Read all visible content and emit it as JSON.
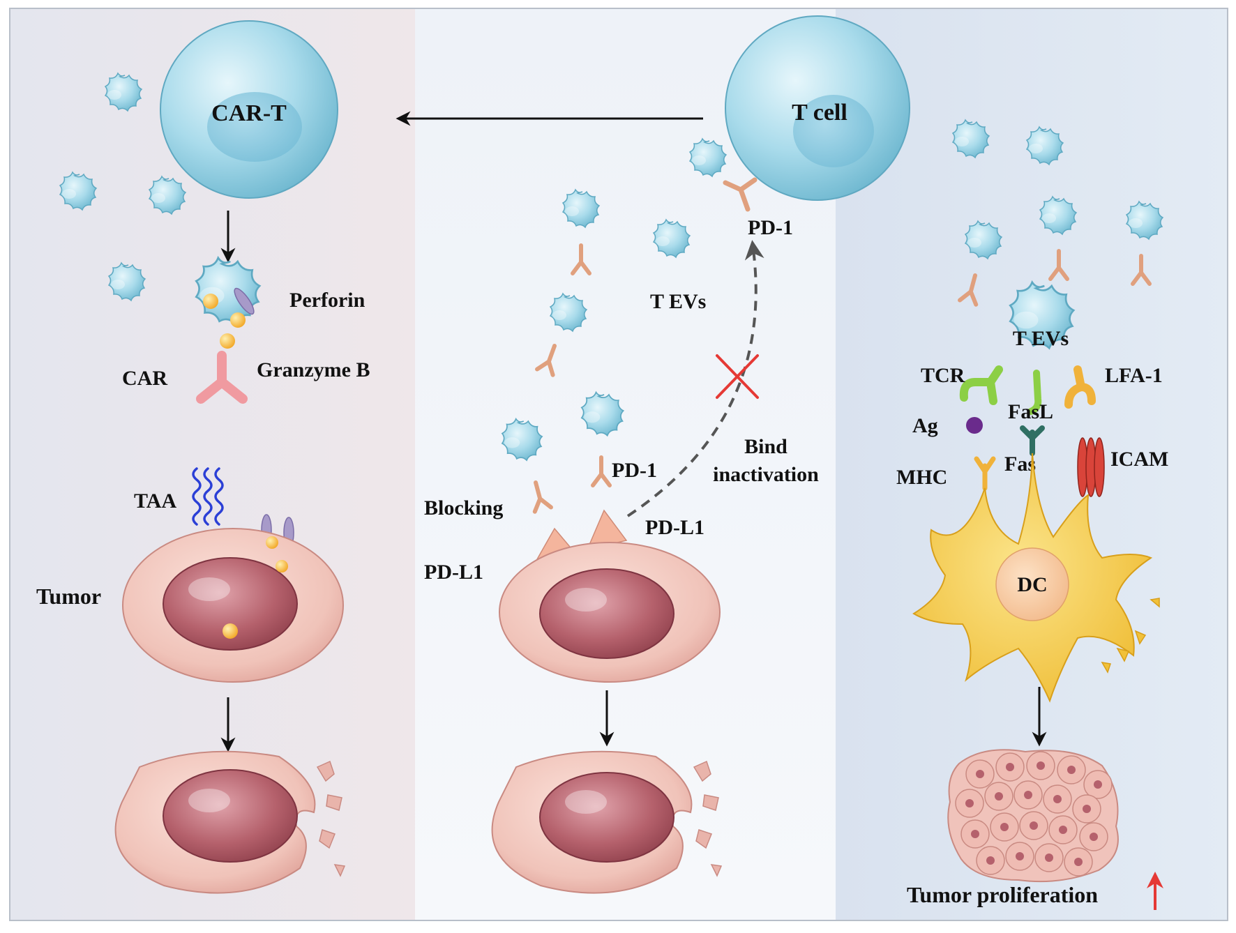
{
  "labels": {
    "car_t": "CAR-T",
    "t_cell": "T cell",
    "pd1_tcell": "PD-1",
    "perforin": "Perforin",
    "granzyme_b": "Granzyme B",
    "car": "CAR",
    "taa": "TAA",
    "tumor": "Tumor",
    "t_evs_mid": "T EVs",
    "bind_line1": "Bind",
    "bind_line2": "inactivation",
    "pd1_ev": "PD-1",
    "blocking": "Blocking",
    "pdl1_left": "PD-L1",
    "pdl1_right": "PD-L1",
    "t_evs_right": "T EVs",
    "tcr": "TCR",
    "lfa1": "LFA-1",
    "ag": "Ag",
    "fasl": "FasL",
    "mhc": "MHC",
    "fas": "Fas",
    "icam": "ICAM",
    "dc": "DC",
    "tumor_proliferation": "Tumor proliferation"
  },
  "colors": {
    "panel_left": "#e9e8ef",
    "panel_mid": "#f1f4fa",
    "panel_right": "#dde6f1",
    "cell_blue": "#9fd4e6",
    "tumor_pink": "#efc3bb",
    "nucleus": "#b0606c",
    "dc_yellow": "#f3c640",
    "car_pink": "#f09aa0",
    "granule": "#f6b93b",
    "perforin_purple": "#a79ac9",
    "taa_blue": "#2b3fd6",
    "tcr_green": "#8ccf45",
    "lfa1_orange": "#f0b23a",
    "fas_teal": "#2f6f63",
    "icam_red": "#d9443a",
    "ag_purple": "#6a2b8c",
    "block_x": "#e53935",
    "up_arrow": "#e53935"
  }
}
